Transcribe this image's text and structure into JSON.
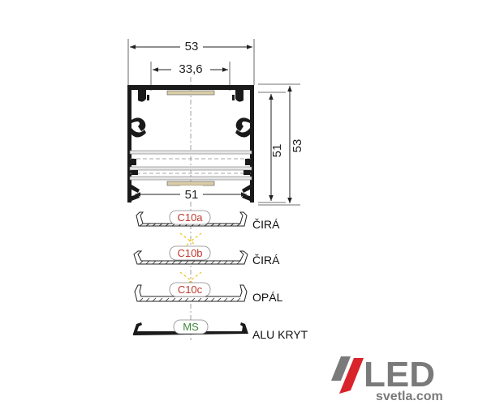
{
  "dimensions": {
    "outer_width": "53",
    "inner_width": "33,6",
    "inner_height": "51",
    "outer_height": "53",
    "bottom_width": "51"
  },
  "covers": [
    {
      "code": "C10a",
      "label": "ČIRÁ"
    },
    {
      "code": "C10b",
      "label": "ČIRÁ"
    },
    {
      "code": "C10c",
      "label": "OPÁL"
    },
    {
      "code": "MS",
      "label": "ALU KRYT"
    }
  ],
  "logo": {
    "main": "LED",
    "sub": "svetla.com"
  },
  "colors": {
    "profile": "#1a1a1a",
    "code_red": "#c0392b",
    "code_green": "#3c8a3c",
    "dash_yellow": "#f0c419",
    "logo_grey": "#7a7a7a",
    "logo_red": "#d8232a"
  }
}
